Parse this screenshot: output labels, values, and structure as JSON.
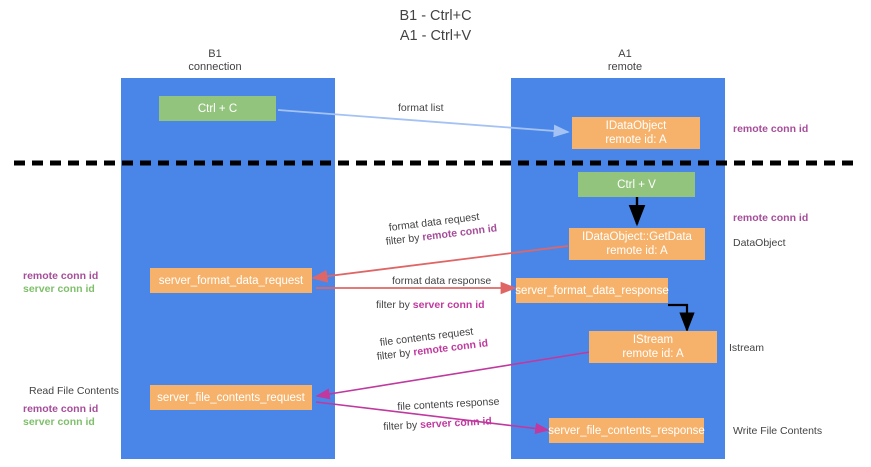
{
  "title": {
    "line1": "B1 - Ctrl+C",
    "line2": "A1 - Ctrl+V"
  },
  "lanes": [
    {
      "name": "B1",
      "sub": "connection"
    },
    {
      "name": "A1",
      "sub": "remote"
    }
  ],
  "nodes": {
    "ctrl_c": "Ctrl + C",
    "idataobject_title": "IDataObject",
    "idataobject_sub": "remote id: A",
    "ctrl_v": "Ctrl + V",
    "getdata_title": "IDataObject::GetData",
    "getdata_sub": "remote id: A",
    "server_format_data_request": "server_format_data_request",
    "server_format_data_response": "server_format_data_response",
    "istream_title": "IStream",
    "istream_sub": "remote id: A",
    "server_file_contents_request": "server_file_contents_request",
    "server_file_contents_response": "server_file_contents_response"
  },
  "edges": {
    "format_list": "format list",
    "format_data_request": "format data request",
    "format_data_response": "format data response",
    "file_contents_request": "file contents request",
    "file_contents_response": "file contents response",
    "filter_by": "filter by ",
    "remote_conn_id": "remote conn id",
    "server_conn_id": "server conn id"
  },
  "side_labels": {
    "right_remote_conn_id_top": "remote conn id",
    "right_remote_conn_id_mid": "remote conn id",
    "dataobject": "DataObject",
    "istream": "Istream",
    "write_file_contents": "Write File Contents",
    "read_file_contents": "Read File Contents",
    "left_remote_conn_id": "remote conn id",
    "left_server_conn_id": "server conn id",
    "left_remote_conn_id_2": "remote conn id",
    "left_server_conn_id_2": "server conn id"
  },
  "colors": {
    "lane": "#4a86e8",
    "green_node": "#93c47d",
    "orange_node": "#f6b26b",
    "purple": "#a64d9a",
    "magenta": "#c0399f",
    "green_text": "#7fbf6b",
    "light_blue_arrow": "#a4c2f4",
    "red_arrow": "#e06666",
    "black_arrow": "#000000",
    "divider": "#000000"
  }
}
